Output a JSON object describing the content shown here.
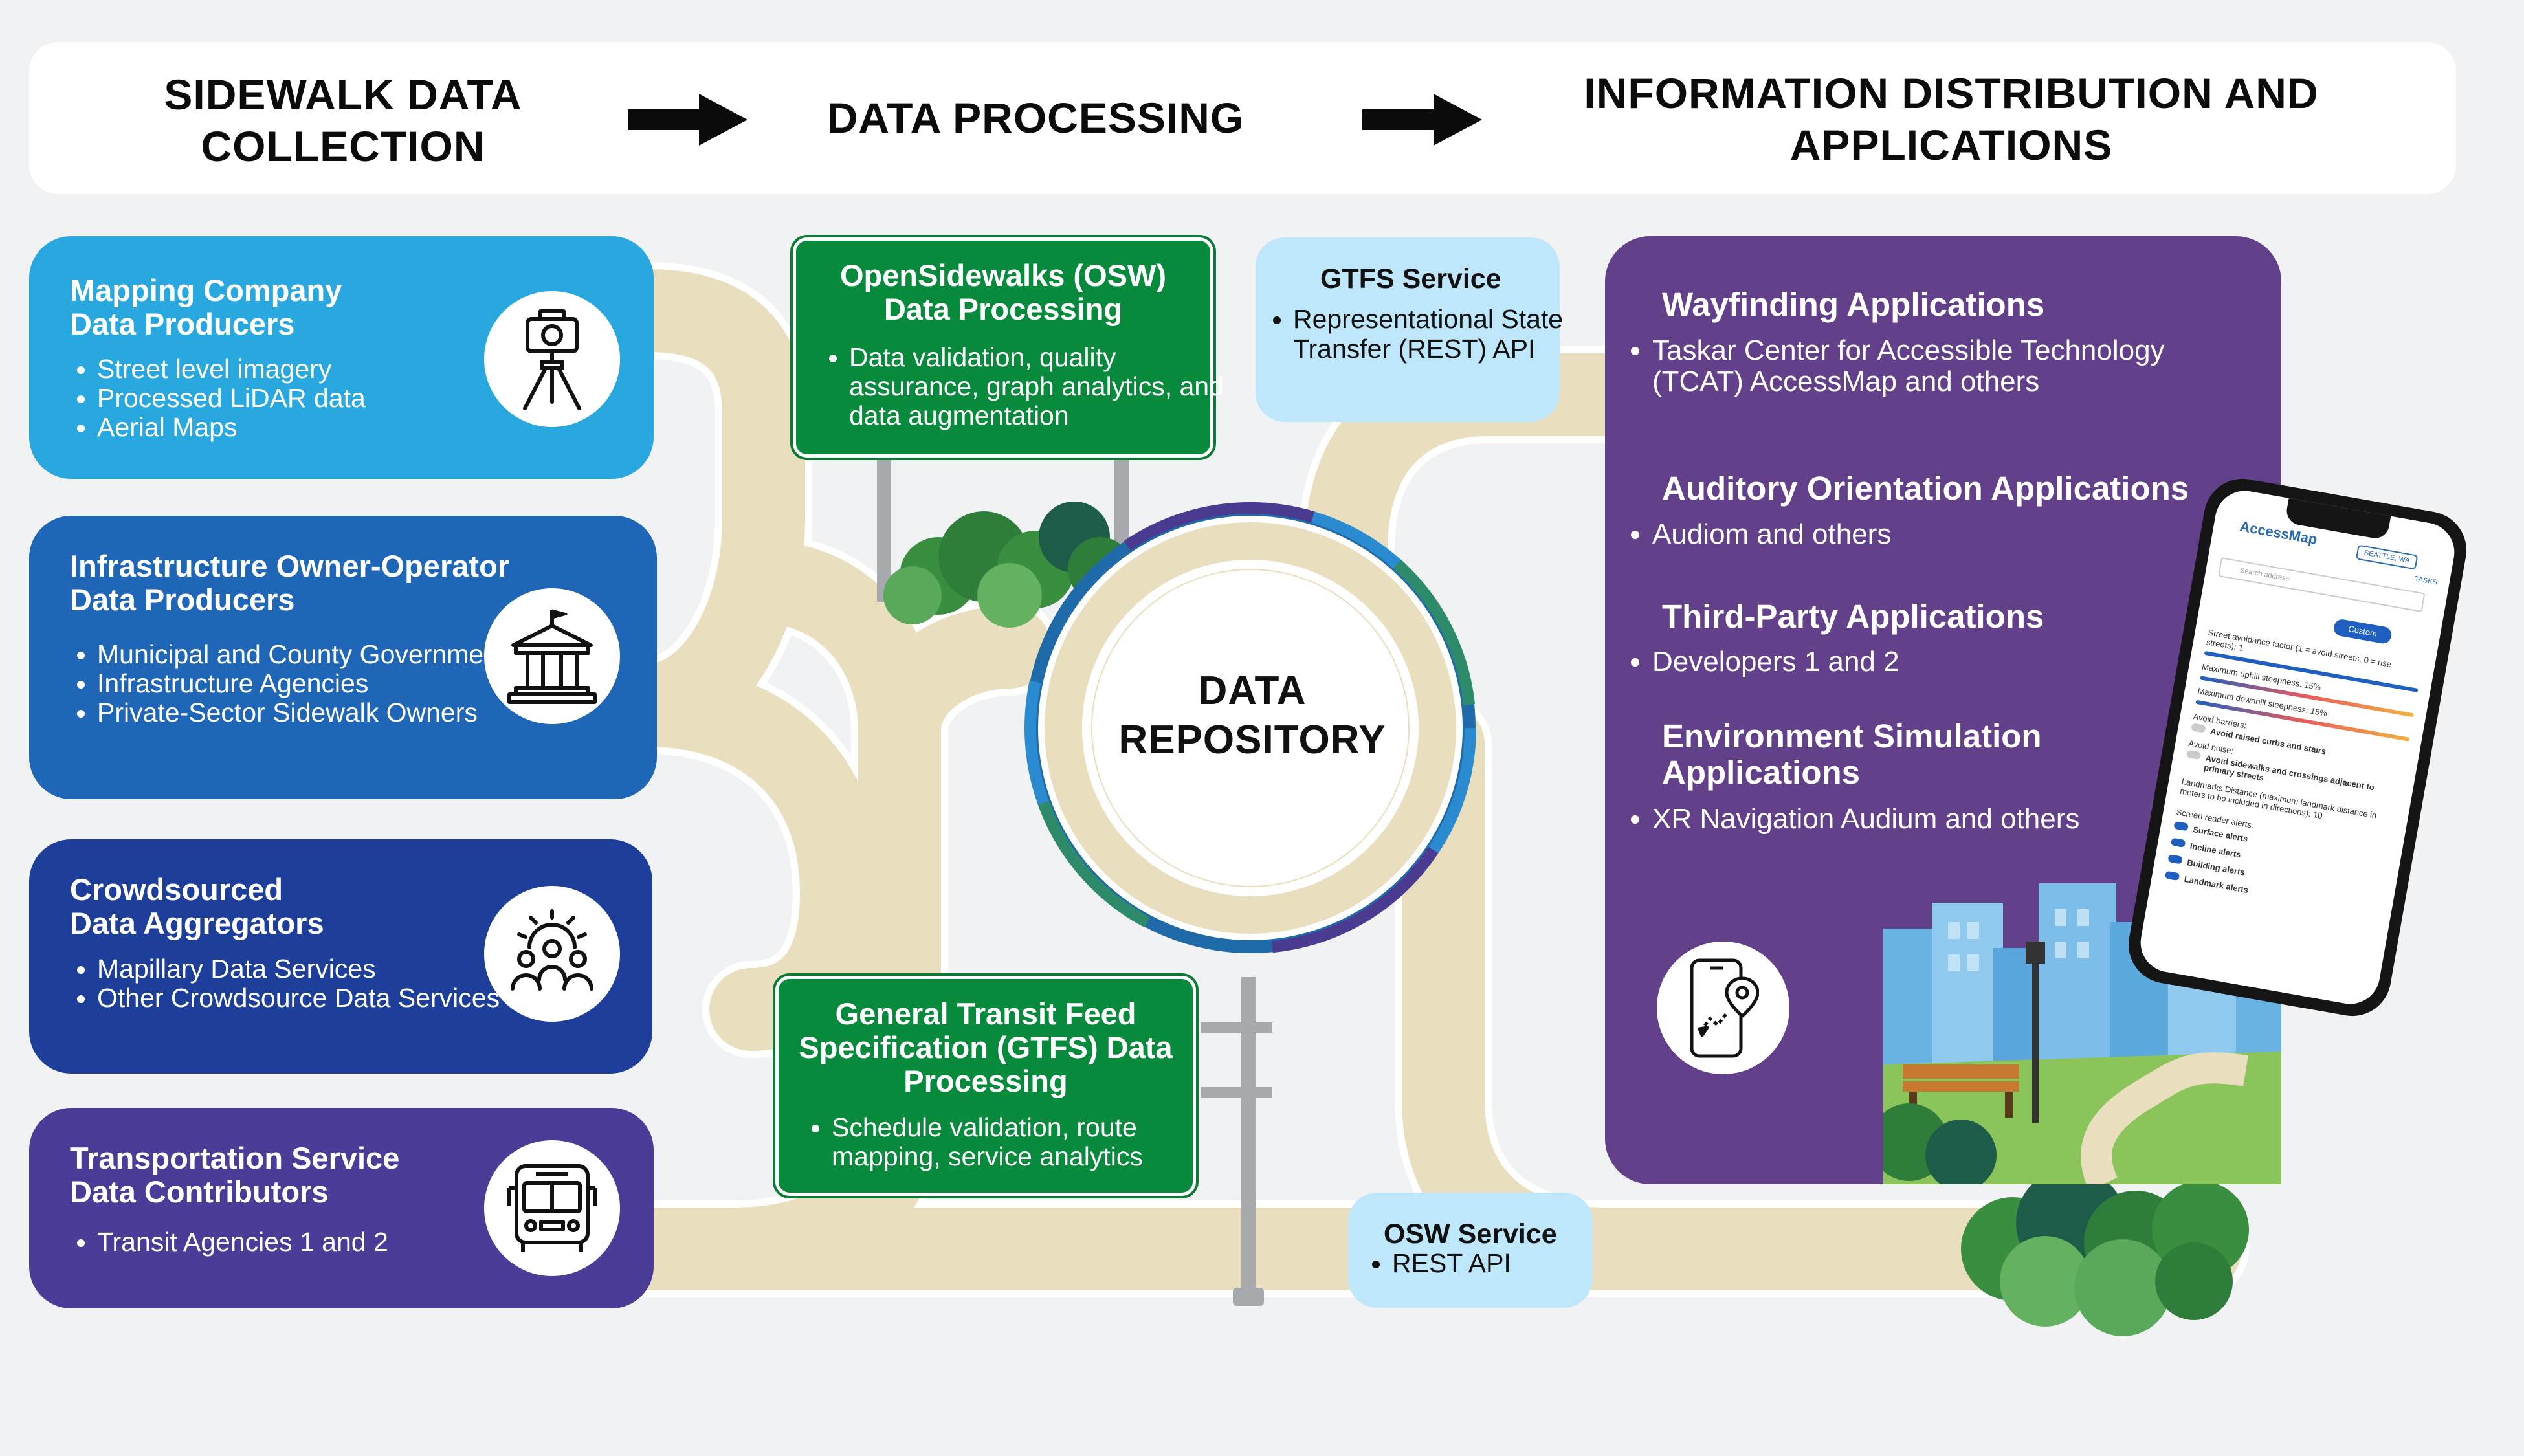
{
  "header": {
    "stage1": "SIDEWALK DATA COLLECTION",
    "stage2": "DATA PROCESSING",
    "stage3": "INFORMATION DISTRIBUTION AND APPLICATIONS"
  },
  "producers": [
    {
      "title_line1": "Mapping Company",
      "title_line2": "Data Producers",
      "items": [
        "Street level imagery",
        "Processed LiDAR data",
        "Aerial Maps"
      ],
      "color": "#29a8e0",
      "icon": "surveying-tripod-icon"
    },
    {
      "title_line1": "Infrastructure Owner-Operator",
      "title_line2": "Data Producers",
      "items": [
        "Municipal and County Governments",
        "Infrastructure Agencies",
        "Private-Sector Sidewalk Owners"
      ],
      "color": "#1f67b6",
      "icon": "government-building-icon"
    },
    {
      "title_line1": "Crowdsourced",
      "title_line2": "Data Aggregators",
      "items": [
        "Mapillary Data Services",
        "Other Crowdsource Data Services"
      ],
      "color": "#1d3f9a",
      "icon": "community-gear-icon"
    },
    {
      "title_line1": "Transportation Service",
      "title_line2": "Data Contributors",
      "items": [
        "Transit Agencies 1 and 2"
      ],
      "color": "#4b3c97",
      "icon": "bus-icon"
    }
  ],
  "processing": {
    "osw": {
      "title": "OpenSidewalks (OSW) Data Processing",
      "items": [
        "Data validation, quality assurance, graph analytics, and data augmentation"
      ]
    },
    "gtfs": {
      "title": "General Transit Feed Specification (GTFS) Data Processing",
      "items": [
        "Schedule validation, route mapping, service analytics"
      ]
    }
  },
  "repository": {
    "label": "DATA REPOSITORY"
  },
  "services": {
    "gtfs": {
      "title": "GTFS Service",
      "items": [
        "Representational State Transfer (REST) API"
      ]
    },
    "osw": {
      "title": "OSW Service",
      "items": [
        "REST API"
      ]
    }
  },
  "applications": [
    {
      "title": "Wayfinding Applications",
      "items": [
        "Taskar Center for Accessible Technology (TCAT) AccessMap and others"
      ]
    },
    {
      "title": "Auditory Orientation Applications",
      "items": [
        "Audiom and others"
      ]
    },
    {
      "title": "Third-Party Applications",
      "items": [
        "Developers 1 and 2"
      ]
    },
    {
      "title": "Environment Simulation Applications",
      "items": [
        "XR Navigation Audium and others"
      ]
    }
  ],
  "phone": {
    "app_name": "AccessMap",
    "location": "SEATTLE, WA",
    "tasks": "TASKS",
    "search_placeholder": "Search address",
    "mode": "Custom",
    "settings": [
      "Street avoidance factor (1 = avoid streets, 0 = use streets): 1",
      "Maximum uphill steepness: 15%",
      "Maximum downhill steepness: 15%",
      "Avoid barriers:",
      "Avoid raised curbs and stairs",
      "Avoid noise:",
      "Avoid sidewalks and crossings adjacent to primary streets",
      "Landmarks Distance (maximum landmark distance in meters to be included in directions): 10",
      "Screen reader alerts:",
      "Surface alerts",
      "Incline alerts",
      "Building alerts",
      "Landmark alerts"
    ]
  },
  "colors": {
    "green": "#078a3c",
    "light_blue": "#bfe7fb",
    "purple": "#62408a",
    "road": "#e9dfbe"
  }
}
